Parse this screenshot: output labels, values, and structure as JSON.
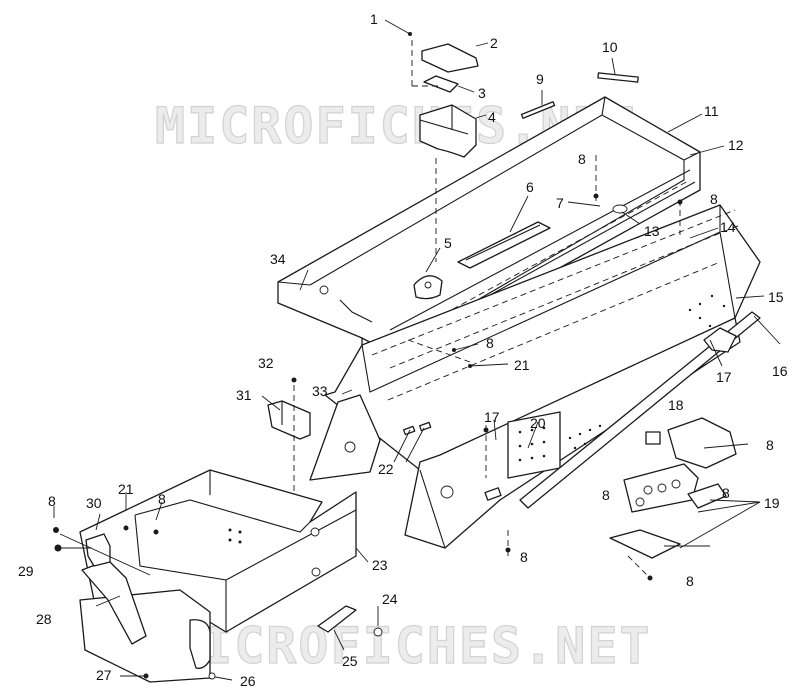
{
  "watermarks": [
    "MICROFICHES.NET",
    "MICROFICHES.NET"
  ],
  "callouts": [
    {
      "id": "c1",
      "label": "1"
    },
    {
      "id": "c2",
      "label": "2"
    },
    {
      "id": "c3",
      "label": "3"
    },
    {
      "id": "c4",
      "label": "4"
    },
    {
      "id": "c5",
      "label": "5"
    },
    {
      "id": "c6",
      "label": "6"
    },
    {
      "id": "c7",
      "label": "7"
    },
    {
      "id": "c8a",
      "label": "8"
    },
    {
      "id": "c8b",
      "label": "8"
    },
    {
      "id": "c8c",
      "label": "8"
    },
    {
      "id": "c8d",
      "label": "8"
    },
    {
      "id": "c8e",
      "label": "8"
    },
    {
      "id": "c8f",
      "label": "8"
    },
    {
      "id": "c8g",
      "label": "8"
    },
    {
      "id": "c8h",
      "label": "8"
    },
    {
      "id": "c8i",
      "label": "8"
    },
    {
      "id": "c8j",
      "label": "8"
    },
    {
      "id": "c9",
      "label": "9"
    },
    {
      "id": "c10",
      "label": "10"
    },
    {
      "id": "c11",
      "label": "11"
    },
    {
      "id": "c12",
      "label": "12"
    },
    {
      "id": "c13",
      "label": "13"
    },
    {
      "id": "c14",
      "label": "14"
    },
    {
      "id": "c15",
      "label": "15"
    },
    {
      "id": "c16",
      "label": "16"
    },
    {
      "id": "c17a",
      "label": "17"
    },
    {
      "id": "c17b",
      "label": "17"
    },
    {
      "id": "c18",
      "label": "18"
    },
    {
      "id": "c19",
      "label": "19"
    },
    {
      "id": "c20",
      "label": "20"
    },
    {
      "id": "c21a",
      "label": "21"
    },
    {
      "id": "c21b",
      "label": "21"
    },
    {
      "id": "c22",
      "label": "22"
    },
    {
      "id": "c23",
      "label": "23"
    },
    {
      "id": "c24",
      "label": "24"
    },
    {
      "id": "c25",
      "label": "25"
    },
    {
      "id": "c26",
      "label": "26"
    },
    {
      "id": "c27",
      "label": "27"
    },
    {
      "id": "c28",
      "label": "28"
    },
    {
      "id": "c29",
      "label": "29"
    },
    {
      "id": "c30",
      "label": "30"
    },
    {
      "id": "c31",
      "label": "31"
    },
    {
      "id": "c32",
      "label": "32"
    },
    {
      "id": "c33",
      "label": "33"
    },
    {
      "id": "c34",
      "label": "34"
    }
  ]
}
